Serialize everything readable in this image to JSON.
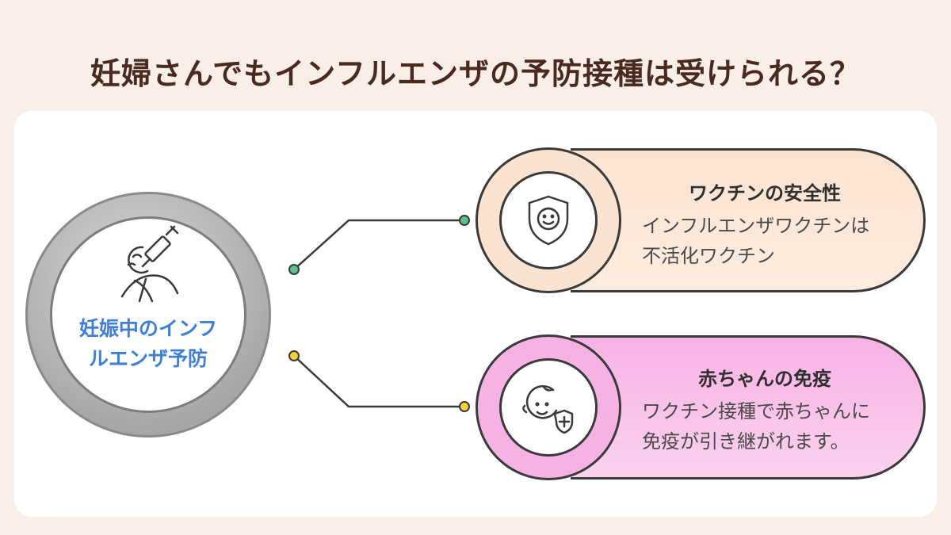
{
  "title": "妊婦さんでもインフルエンザの予防接種は受けられる？",
  "hub": {
    "label_line1": "妊娠中のインフ",
    "label_line2": "ルエンザ予防",
    "icon": "pregnant-woman-syringe-icon"
  },
  "branches": [
    {
      "title": "ワクチンの安全性",
      "desc_line1": "インフルエンザワクチンは",
      "desc_line2": "不活化ワクチン",
      "icon": "shield-face-icon",
      "color": "#fbe3d1",
      "dot_color": "#5cc08a"
    },
    {
      "title": "赤ちゃんの免疫",
      "desc_line1": "ワクチン接種で赤ちゃんに",
      "desc_line2": "免疫が引き継がれます。",
      "icon": "baby-medical-icon",
      "color": "#f7b2e4",
      "dot_color": "#f2d33a"
    }
  ],
  "colors": {
    "background": "#f9efe8",
    "title": "#4a2a1e",
    "hub_label": "#3f7fd6"
  }
}
